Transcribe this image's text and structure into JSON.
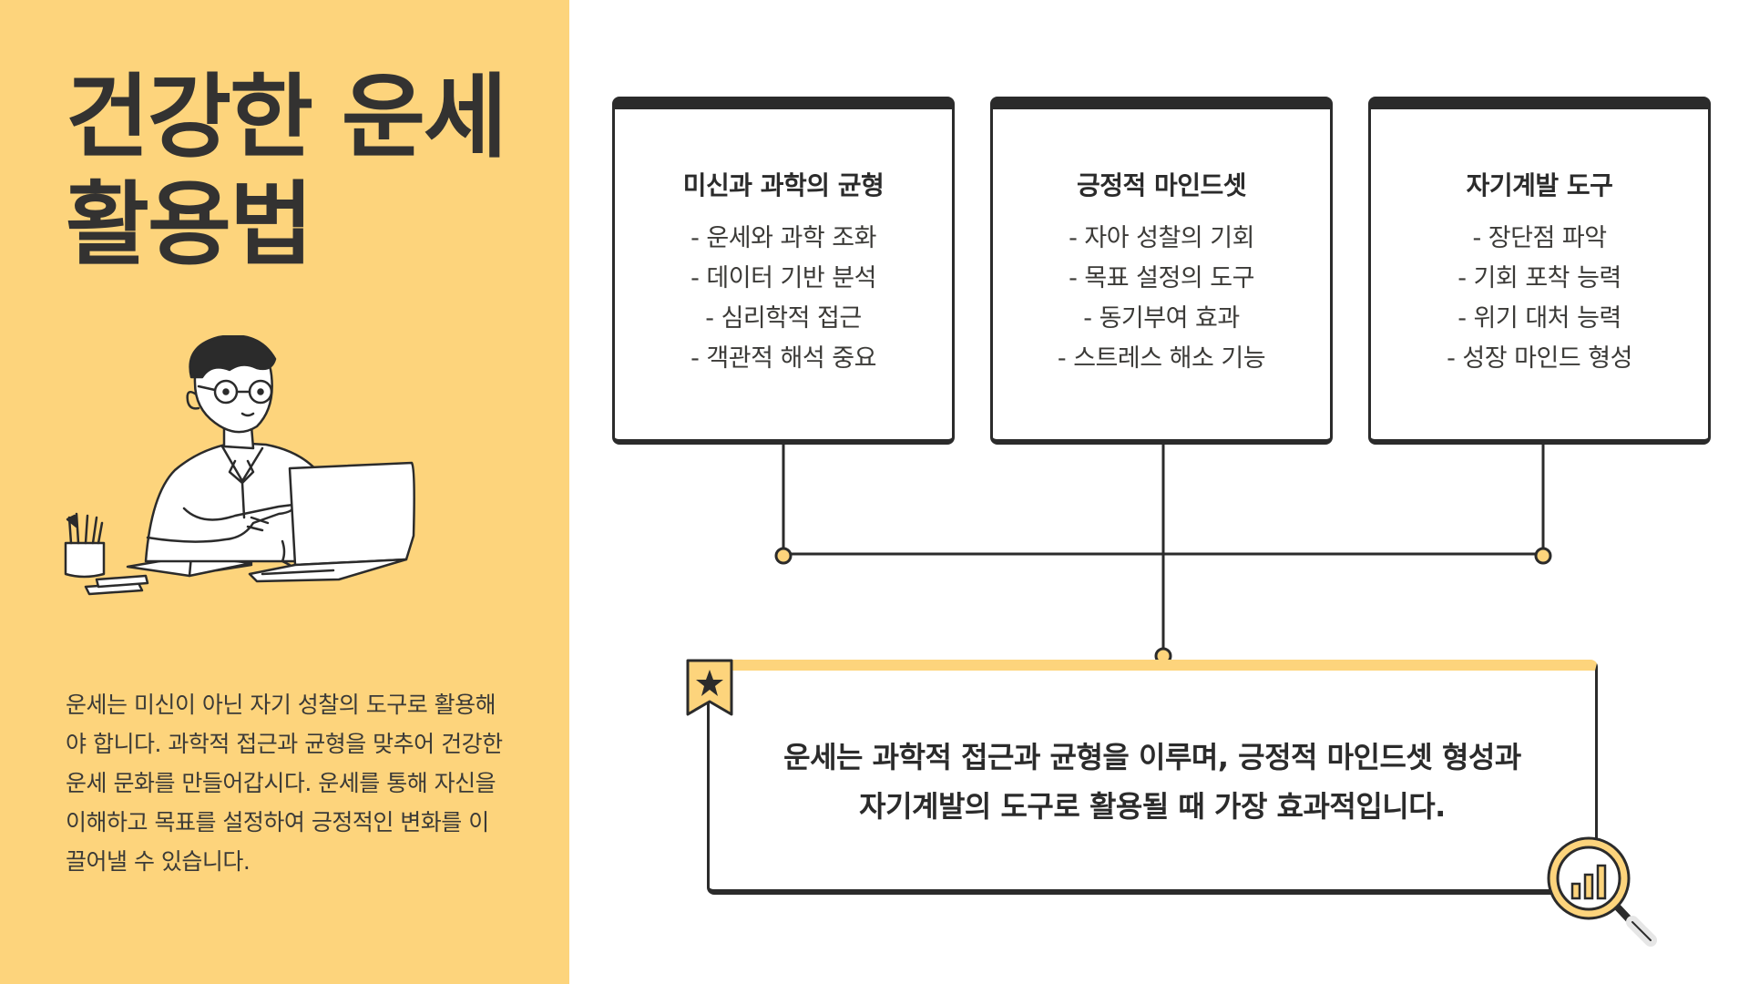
{
  "title": {
    "line1": "건강한 운세",
    "line2": "활용법"
  },
  "description": "운세는 미신이 아닌 자기 성찰의 도구로 활용해야 합니다. 과학적 접근과 균형을 맞추어 건강한 운세 문화를 만들어갑시다. 운세를 통해 자신을 이해하고 목표를 설정하여 긍정적인 변화를 이끌어낼 수 있습니다.",
  "cards": [
    {
      "title": "미신과 과학의 균형",
      "items": [
        "- 운세와 과학 조화",
        "- 데이터 기반 분석",
        "- 심리학적 접근",
        "- 객관적 해석 중요"
      ]
    },
    {
      "title": "긍정적 마인드셋",
      "items": [
        "- 자아 성찰의 기회",
        "- 목표 설정의 도구",
        "- 동기부여 효과",
        "- 스트레스 해소 기능"
      ]
    },
    {
      "title": "자기계발 도구",
      "items": [
        "- 장단점 파악",
        "- 기회 포착 능력",
        "- 위기 대처 능력",
        "- 성장 마인드 형성"
      ]
    }
  ],
  "summary": {
    "line1": "운세는 과학적 접근과 균형을 이루며, 긍정적 마인드셋 형성과",
    "line2": "자기계발의 도구로 활용될 때 가장 효과적입니다."
  },
  "icons": {
    "bookmark": "star-bookmark-icon",
    "magnifier": "magnifier-chart-icon",
    "illustration": "man-with-laptop-illustration"
  },
  "colors": {
    "accent": "#fdd47c",
    "dark": "#2b2b2b",
    "background": "#ffffff"
  }
}
